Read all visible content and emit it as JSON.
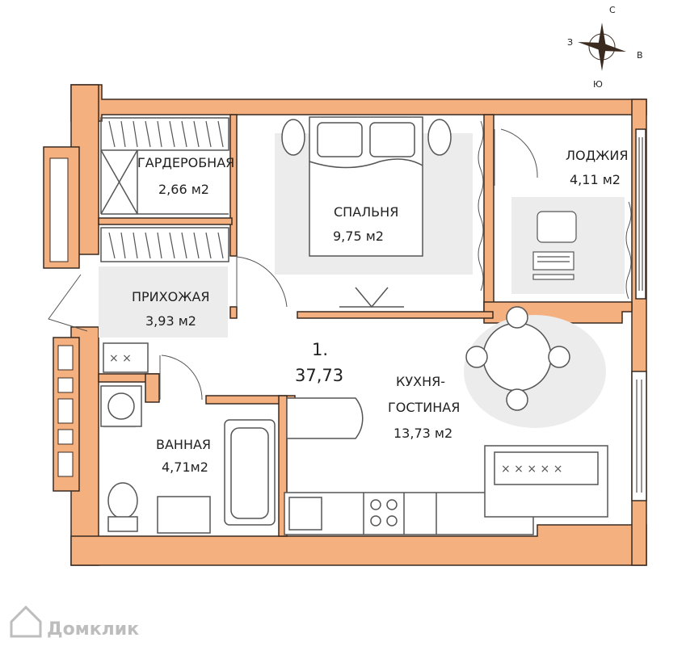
{
  "colors": {
    "wall": "#f5b080",
    "wall_stroke": "#3a2a20",
    "floor": "#ffffff",
    "rug": "#ececec",
    "furniture": "#555555",
    "watermark": "#bdbdbd"
  },
  "compass": {
    "north": "С",
    "south": "Ю",
    "east": "В",
    "west": "З"
  },
  "apartment": {
    "number": "1.",
    "total_area": "37,73"
  },
  "rooms": {
    "wardrobe": {
      "name": "ГАРДЕРОБНАЯ",
      "area": "2,66 м2"
    },
    "bedroom": {
      "name": "СПАЛЬНЯ",
      "area": "9,75 м2"
    },
    "loggia": {
      "name": "ЛОДЖИЯ",
      "area": "4,11 м2"
    },
    "hallway": {
      "name": "ПРИХОЖАЯ",
      "area": "3,93 м2"
    },
    "kitchen": {
      "name_line1": "КУХНЯ-",
      "name_line2": "ГОСТИНАЯ",
      "area": "13,73  м2"
    },
    "bathroom": {
      "name": "ВАННАЯ",
      "area": "4,71м2"
    }
  },
  "watermark": {
    "text": "Домклик",
    "icon": "house-icon"
  }
}
